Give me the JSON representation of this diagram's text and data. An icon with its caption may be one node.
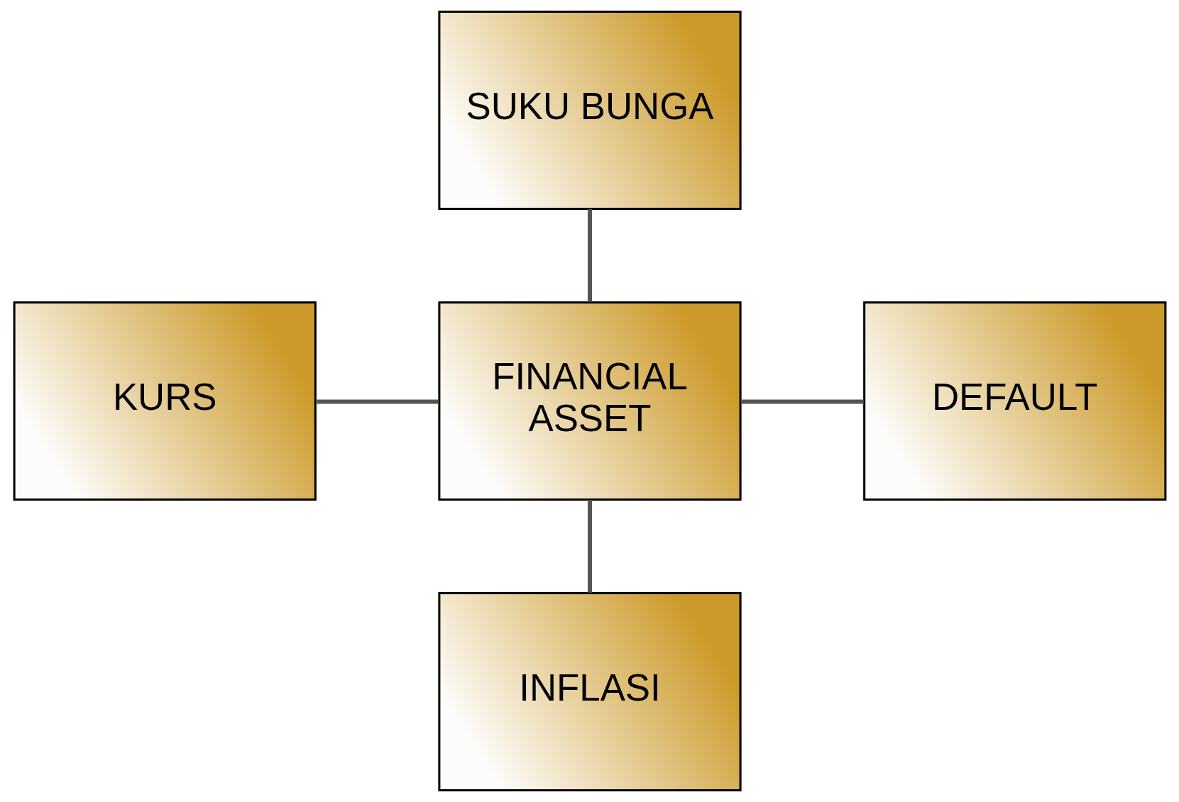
{
  "diagram": {
    "nodes": [
      {
        "text": [
          "SUKU BUNGA"
        ]
      },
      {
        "text": [
          "KURS"
        ]
      },
      {
        "text": [
          "FINANCIAL ASSET"
        ]
      },
      {
        "text": [
          "DEFAULT"
        ]
      },
      {
        "text": [
          "INFLASI"
        ]
      }
    ],
    "edges": [
      {
        "from": 0,
        "to": 2,
        "arrow": "none"
      },
      {
        "from": 1,
        "to": 2,
        "arrow": "none"
      },
      {
        "from": 2,
        "to": 3,
        "arrow": "none"
      },
      {
        "from": 2,
        "to": 4,
        "arrow": "none"
      }
    ]
  }
}
